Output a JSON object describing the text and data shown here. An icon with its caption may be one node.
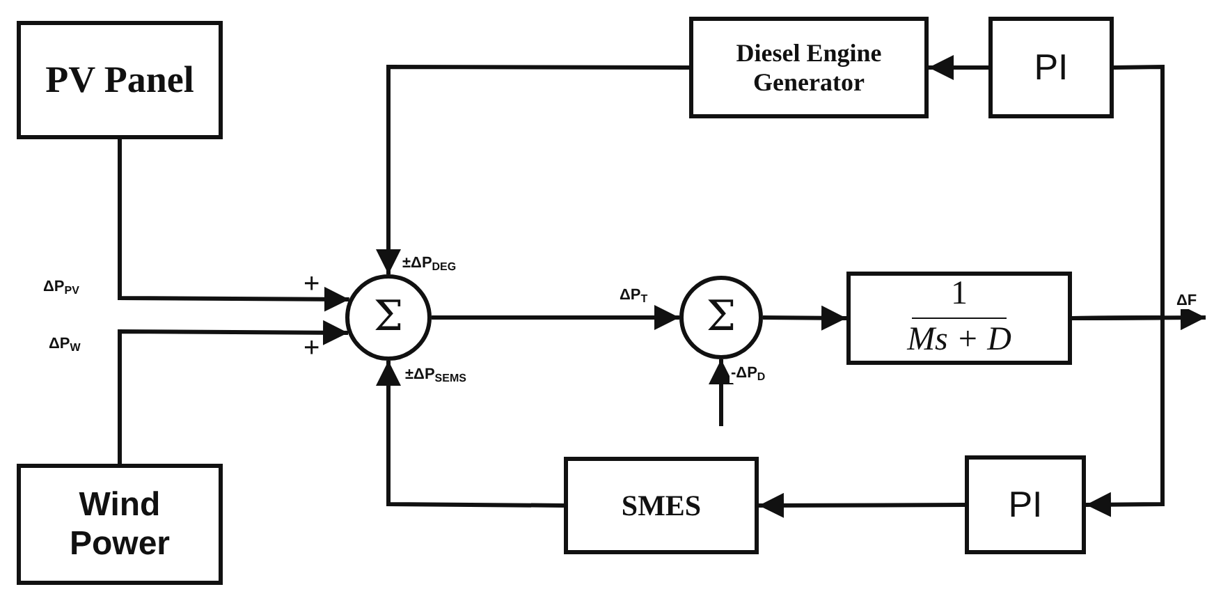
{
  "diagram": {
    "nodes": [
      {
        "text": [
          "PV Panel"
        ]
      },
      {
        "text": [
          "Wind Power"
        ]
      },
      {
        "text": [
          "Diesel Engine Generator"
        ]
      },
      {
        "text": [
          "PI"
        ]
      },
      {
        "text": [
          "Σ"
        ]
      },
      {
        "text": [
          "Σ"
        ]
      },
      {
        "text": [
          "1",
          "Ms + D"
        ]
      },
      {
        "text": [
          "PI"
        ]
      },
      {
        "text": [
          "SMES"
        ]
      }
    ],
    "edges": [
      {
        "from": 0,
        "to": 4,
        "arrow": "to",
        "label": "ΔP$_{PV}$"
      },
      {
        "from": 1,
        "to": 4,
        "arrow": "to",
        "label": "ΔP$_{W}$"
      },
      {
        "from": 2,
        "to": 4,
        "arrow": "to",
        "label": "±ΔP$_{DEG}$"
      },
      {
        "from": 3,
        "to": 2,
        "arrow": "to"
      },
      {
        "from": 4,
        "to": 5,
        "arrow": "to",
        "label": "ΔP$_{T}$"
      },
      {
        "from": null,
        "to": 5,
        "arrow": "to",
        "label": "-ΔP$_{D}$"
      },
      {
        "from": 5,
        "to": 6,
        "arrow": "to"
      },
      {
        "from": 6,
        "to": null,
        "arrow": "to",
        "label": "ΔF"
      },
      {
        "from": 6,
        "to": 3,
        "arrow": "none"
      },
      {
        "from": 6,
        "to": 7,
        "arrow": "to"
      },
      {
        "from": 7,
        "to": 8,
        "arrow": "to"
      },
      {
        "from": 8,
        "to": 4,
        "arrow": "to",
        "label": "±ΔP$_{SEMS}$"
      }
    ],
    "labels": [
      "+",
      "+"
    ]
  }
}
